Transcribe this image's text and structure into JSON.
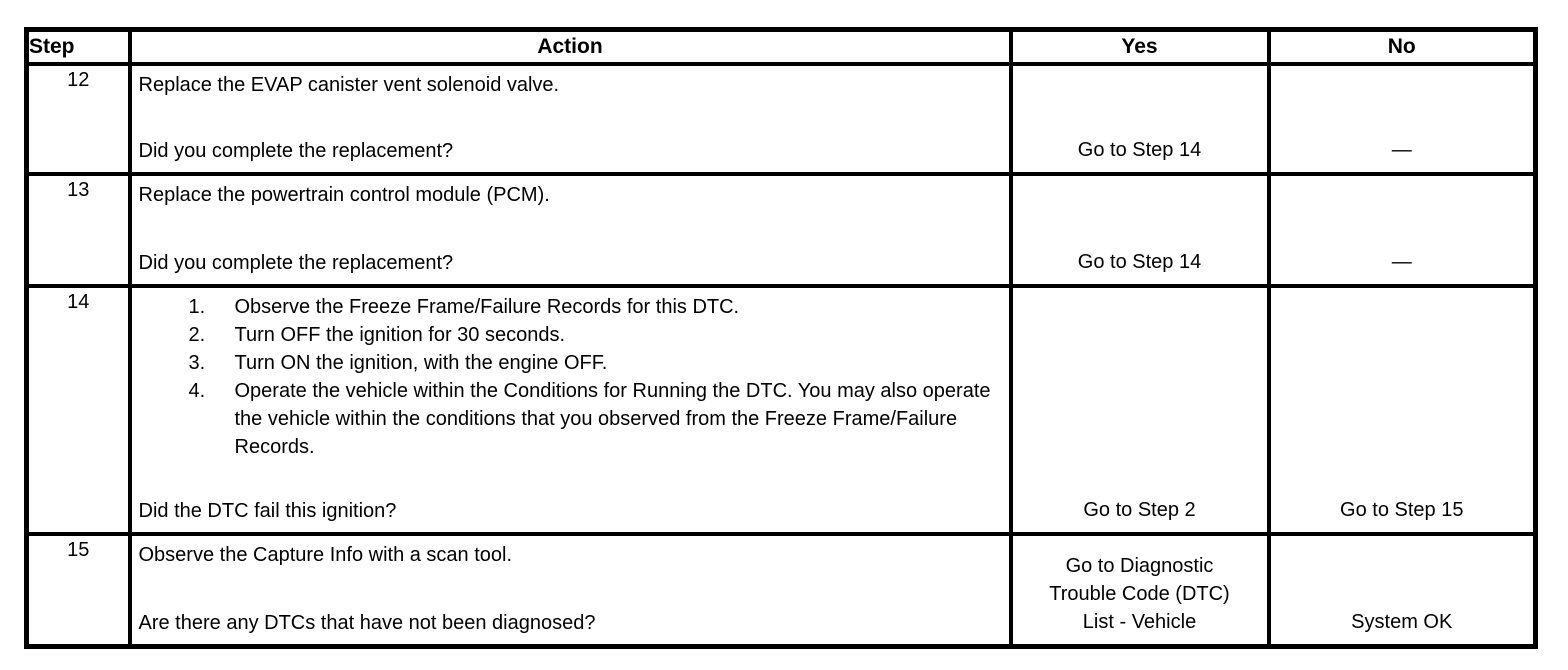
{
  "colors": {
    "border": "#000000",
    "text": "#000000",
    "background": "#ffffff"
  },
  "table": {
    "headers": [
      "Step",
      "Action",
      "Yes",
      "No"
    ],
    "rows": [
      {
        "step": "12",
        "action": "Replace the EVAP canister vent solenoid valve.",
        "question": "Did you complete the replacement?",
        "yes": "Go to Step 14",
        "no": "—"
      },
      {
        "step": "13",
        "action": "Replace the powertrain control module (PCM).",
        "question": "Did you complete the replacement?",
        "yes": "Go to Step 14",
        "no": "—"
      },
      {
        "step": "14",
        "action_list": [
          {
            "num": "1.",
            "text": "Observe the Freeze Frame/Failure Records for this DTC."
          },
          {
            "num": "2.",
            "text": "Turn OFF the ignition for 30 seconds."
          },
          {
            "num": "3.",
            "text": "Turn ON the ignition, with the engine OFF."
          },
          {
            "num": "4.",
            "text": "Operate the vehicle within the Conditions for Running the DTC. You may also operate the vehicle within the conditions that you observed from the Freeze Frame/Failure Records."
          }
        ],
        "question": "Did the DTC fail this ignition?",
        "yes": "Go to Step 2",
        "no": "Go to Step 15"
      },
      {
        "step": "15",
        "action": "Observe the Capture Info with a scan tool.",
        "question": "Are there any DTCs that have not been diagnosed?",
        "yes": "Go to Diagnostic\nTrouble Code (DTC)\nList - Vehicle",
        "no": "System OK"
      }
    ]
  }
}
